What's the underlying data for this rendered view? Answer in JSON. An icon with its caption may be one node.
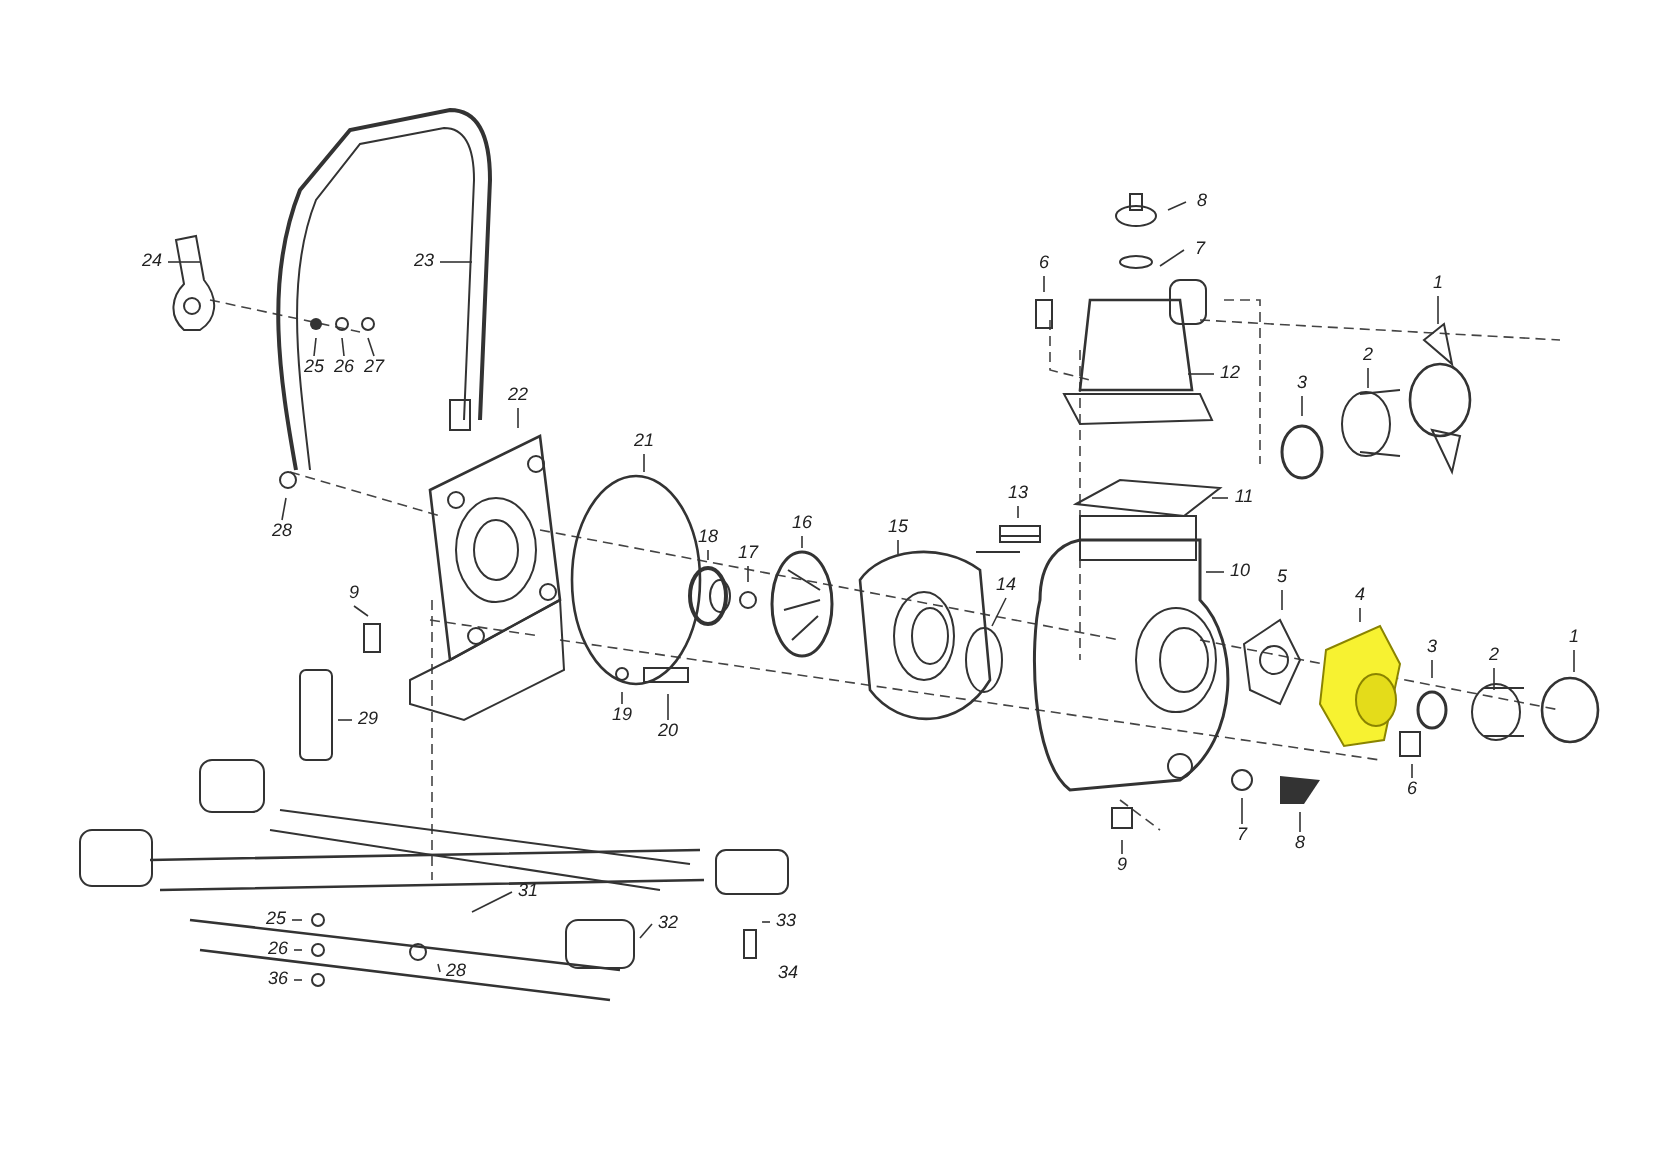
{
  "diagram": {
    "nodes": [
      {
        "text": [
          "24"
        ]
      },
      {
        "text": [
          "23"
        ]
      },
      {
        "text": [
          "25"
        ]
      },
      {
        "text": [
          "26"
        ]
      },
      {
        "text": [
          "27"
        ]
      },
      {
        "text": [
          "22"
        ]
      },
      {
        "text": [
          "21"
        ]
      },
      {
        "text": [
          "28"
        ]
      },
      {
        "text": [
          "18"
        ]
      },
      {
        "text": [
          "17"
        ]
      },
      {
        "text": [
          "16"
        ]
      },
      {
        "text": [
          "15"
        ]
      },
      {
        "text": [
          "13"
        ]
      },
      {
        "text": [
          "14"
        ]
      },
      {
        "text": [
          "9"
        ]
      },
      {
        "text": [
          "29"
        ]
      },
      {
        "text": [
          "19"
        ]
      },
      {
        "text": [
          "20"
        ]
      },
      {
        "text": [
          "8"
        ]
      },
      {
        "text": [
          "7"
        ]
      },
      {
        "text": [
          "6"
        ]
      },
      {
        "text": [
          "12"
        ]
      },
      {
        "text": [
          "11"
        ]
      },
      {
        "text": [
          "3"
        ]
      },
      {
        "text": [
          "2"
        ]
      },
      {
        "text": [
          "1"
        ]
      },
      {
        "text": [
          "10"
        ]
      },
      {
        "text": [
          "5"
        ]
      },
      {
        "text": [
          "4"
        ]
      },
      {
        "text": [
          "3"
        ]
      },
      {
        "text": [
          "2"
        ]
      },
      {
        "text": [
          "1"
        ]
      },
      {
        "text": [
          "6"
        ]
      },
      {
        "text": [
          "7"
        ]
      },
      {
        "text": [
          "8"
        ]
      },
      {
        "text": [
          "9"
        ]
      },
      {
        "text": [
          "31"
        ]
      },
      {
        "text": [
          "32"
        ]
      },
      {
        "text": [
          "33"
        ]
      },
      {
        "text": [
          "25"
        ]
      },
      {
        "text": [
          "26"
        ]
      },
      {
        "text": [
          "36"
        ]
      },
      {
        "text": [
          "28"
        ]
      }
    ],
    "edges": [
      {
        "from": 0,
        "to": null,
        "arrow": "none"
      },
      {
        "from": 1,
        "to": null,
        "arrow": "none"
      },
      {
        "from": 2,
        "to": null,
        "arrow": "none"
      },
      {
        "from": 3,
        "to": null,
        "arrow": "none"
      },
      {
        "from": 4,
        "to": null,
        "arrow": "none"
      },
      {
        "from": 5,
        "to": null,
        "arrow": "none"
      },
      {
        "from": 6,
        "to": null,
        "arrow": "none"
      },
      {
        "from": 7,
        "to": null,
        "arrow": "none"
      },
      {
        "from": 8,
        "to": null,
        "arrow": "none"
      },
      {
        "from": 9,
        "to": null,
        "arrow": "none"
      },
      {
        "from": 10,
        "to": null,
        "arrow": "none"
      },
      {
        "from": 11,
        "to": null,
        "arrow": "none"
      },
      {
        "from": 12,
        "to": null,
        "arrow": "none"
      },
      {
        "from": 13,
        "to": null,
        "arrow": "none"
      },
      {
        "from": 14,
        "to": null,
        "arrow": "none"
      },
      {
        "from": 15,
        "to": null,
        "arrow": "none"
      },
      {
        "from": 16,
        "to": null,
        "arrow": "none"
      },
      {
        "from": 17,
        "to": null,
        "arrow": "none"
      },
      {
        "from": 18,
        "to": null,
        "arrow": "none"
      },
      {
        "from": 19,
        "to": null,
        "arrow": "none"
      },
      {
        "from": 20,
        "to": null,
        "arrow": "none"
      },
      {
        "from": 21,
        "to": null,
        "arrow": "none"
      },
      {
        "from": 22,
        "to": null,
        "arrow": "none"
      },
      {
        "from": 23,
        "to": null,
        "arrow": "none"
      },
      {
        "from": 24,
        "to": null,
        "arrow": "none"
      },
      {
        "from": 25,
        "to": null,
        "arrow": "none"
      },
      {
        "from": 26,
        "to": null,
        "arrow": "none"
      },
      {
        "from": 27,
        "to": null,
        "arrow": "none"
      },
      {
        "from": 28,
        "to": null,
        "arrow": "none"
      },
      {
        "from": 29,
        "to": null,
        "arrow": "none"
      },
      {
        "from": 30,
        "to": null,
        "arrow": "none"
      },
      {
        "from": 31,
        "to": null,
        "arrow": "none"
      },
      {
        "from": 32,
        "to": null,
        "arrow": "none"
      },
      {
        "from": 33,
        "to": null,
        "arrow": "none"
      },
      {
        "from": 34,
        "to": null,
        "arrow": "none"
      },
      {
        "from": 35,
        "to": null,
        "arrow": "none"
      },
      {
        "from": 36,
        "to": null,
        "arrow": "none"
      },
      {
        "from": 37,
        "to": null,
        "arrow": "none"
      },
      {
        "from": 38,
        "to": null,
        "arrow": "none"
      },
      {
        "from": 39,
        "to": null,
        "arrow": "none"
      },
      {
        "from": 40,
        "to": null,
        "arrow": "none"
      },
      {
        "from": 41,
        "to": null,
        "arrow": "none"
      },
      {
        "from": 42,
        "to": null,
        "arrow": "none"
      }
    ],
    "labels": [
      "34"
    ]
  }
}
